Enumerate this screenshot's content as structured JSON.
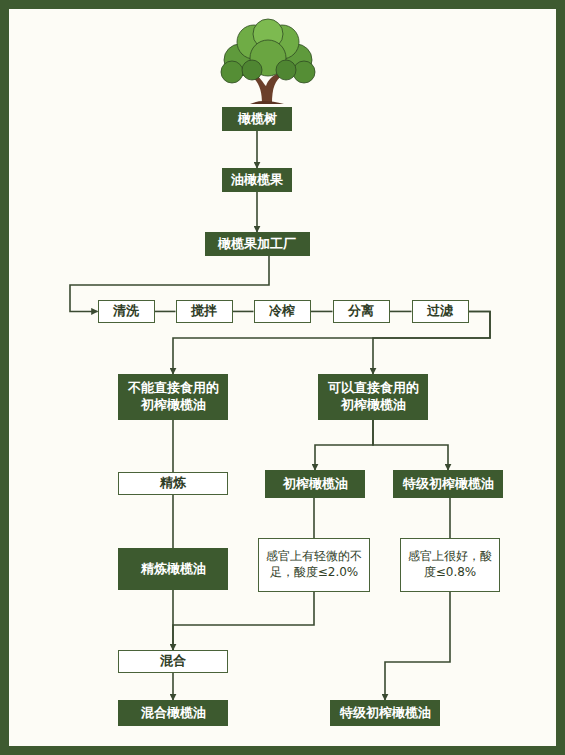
{
  "diagram": {
    "nodes": [
      {
        "text": [
          "橄榄树"
        ]
      },
      {
        "text": [
          "油橄榄果"
        ]
      },
      {
        "text": [
          "橄榄果加工厂"
        ]
      },
      {
        "text": [
          "清洗"
        ]
      },
      {
        "text": [
          "搅拌"
        ]
      },
      {
        "text": [
          "冷榨"
        ]
      },
      {
        "text": [
          "分离"
        ]
      },
      {
        "text": [
          "过滤"
        ]
      },
      {
        "text": [
          "不能直接食用的初榨橄榄油"
        ]
      },
      {
        "text": [
          "可以直接食用的初榨橄榄油"
        ]
      },
      {
        "text": [
          "精炼"
        ]
      },
      {
        "text": [
          "初榨橄榄油"
        ]
      },
      {
        "text": [
          "特级初榨橄榄油"
        ]
      },
      {
        "text": [
          "精炼橄榄油"
        ]
      },
      {
        "text": [
          "感官上有轻微的不足，酸度≤2.0%"
        ]
      },
      {
        "text": [
          "感官上很好，酸度≤0.8%"
        ]
      },
      {
        "text": [
          "混合"
        ]
      },
      {
        "text": [
          "混合橄榄油"
        ]
      },
      {
        "text": [
          "特级初榨橄榄油"
        ]
      }
    ],
    "edges": [
      {
        "from": 0,
        "to": 1,
        "arrow": "to"
      },
      {
        "from": 1,
        "to": 2,
        "arrow": "to"
      },
      {
        "from": 2,
        "to": 3,
        "arrow": "to"
      },
      {
        "from": 3,
        "to": 4,
        "arrow": "none"
      },
      {
        "from": 4,
        "to": 5,
        "arrow": "none"
      },
      {
        "from": 5,
        "to": 6,
        "arrow": "none"
      },
      {
        "from": 6,
        "to": 7,
        "arrow": "none"
      },
      {
        "from": 7,
        "to": 8,
        "arrow": "to"
      },
      {
        "from": 7,
        "to": 9,
        "arrow": "to"
      },
      {
        "from": 8,
        "to": 10,
        "arrow": "none"
      },
      {
        "from": 9,
        "to": 11,
        "arrow": "to"
      },
      {
        "from": 9,
        "to": 12,
        "arrow": "to"
      },
      {
        "from": 10,
        "to": 13,
        "arrow": "none"
      },
      {
        "from": 11,
        "to": 14,
        "arrow": "none"
      },
      {
        "from": 12,
        "to": 15,
        "arrow": "none"
      },
      {
        "from": 13,
        "to": 16,
        "arrow": "none"
      },
      {
        "from": 14,
        "to": 16,
        "arrow": "to"
      },
      {
        "from": 15,
        "to": 18,
        "arrow": "to"
      },
      {
        "from": 16,
        "to": 17,
        "arrow": "to"
      }
    ]
  }
}
